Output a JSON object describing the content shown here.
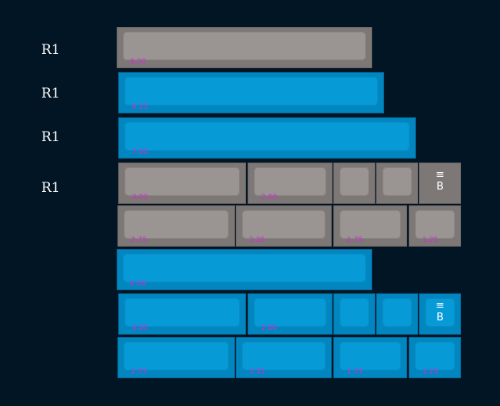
{
  "row_labels": [
    "R1",
    "R1",
    "R1",
    "R1"
  ],
  "keys": {
    "row1": {
      "size": "6.00"
    },
    "row2": {
      "size": "6.25"
    },
    "row3": {
      "size": "7.00"
    },
    "g1a": [
      {
        "size": "3.00"
      },
      {
        "size": "2.00"
      },
      {
        "size": ""
      },
      {
        "size": ""
      },
      {
        "size": "",
        "glyph_top": "≡",
        "glyph_bottom": "B"
      }
    ],
    "g1b": [
      {
        "size": "2.75"
      },
      {
        "size": "2.25"
      },
      {
        "size": "1.75"
      },
      {
        "size": "1.25"
      }
    ],
    "row6": {
      "size": "6.00"
    },
    "g2a": [
      {
        "size": "3.00"
      },
      {
        "size": "2.00"
      },
      {
        "size": ""
      },
      {
        "size": ""
      },
      {
        "size": "",
        "glyph_top": "≡",
        "glyph_bottom": "B"
      }
    ],
    "g2b": [
      {
        "size": "2.75"
      },
      {
        "size": "2.25"
      },
      {
        "size": "1.75"
      },
      {
        "size": "1.25"
      }
    ]
  },
  "colors": {
    "background": "#021524",
    "gray_key": "#7d7876",
    "gray_cap": "#9a9593",
    "blue_key": "#0286bf",
    "blue_cap": "#069ad7",
    "size_label": "#d22cd6",
    "row_label": "#ffffff"
  }
}
